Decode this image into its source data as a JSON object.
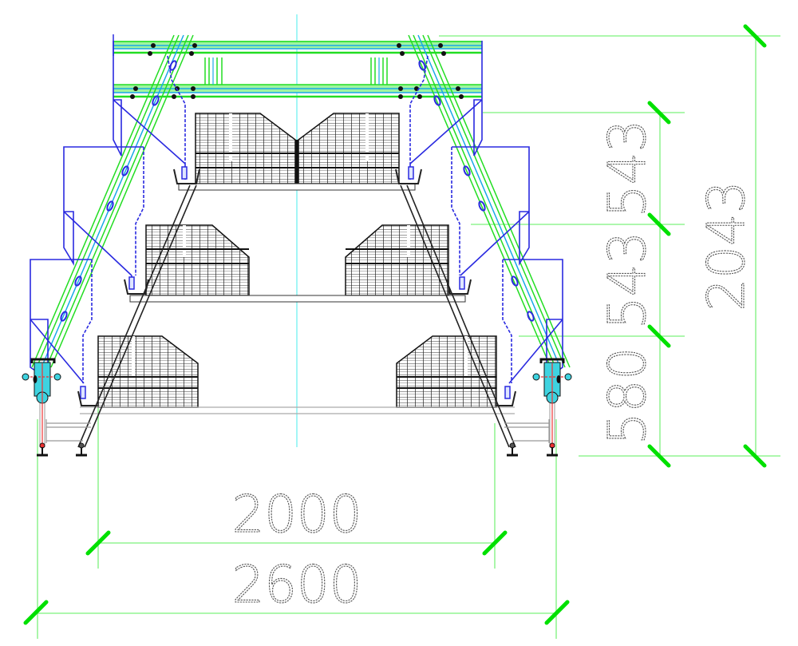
{
  "drawing": {
    "title": "A-type 3-tier cage front elevation",
    "colors": {
      "background": "#ffffff",
      "dimension_line": "#7cf27c",
      "dimension_tick": "#00e000",
      "frame_green": "#22dd22",
      "frame_cyan": "#1aa9e6",
      "centerline": "#66f0f0",
      "trough_blue": "#2a2ae0",
      "cage_black": "#111111",
      "nipple_line": "#ee3333",
      "pipe_cyan": "#3ed3e0"
    },
    "tiers": 3,
    "dimensions": {
      "horizontal": [
        {
          "id": "inner_width",
          "value": "2000"
        },
        {
          "id": "overall_width",
          "value": "2600"
        }
      ],
      "vertical": [
        {
          "id": "tier_top",
          "value": "543"
        },
        {
          "id": "tier_middle",
          "value": "543"
        },
        {
          "id": "tier_bottom",
          "value": "580"
        },
        {
          "id": "overall_height",
          "value": "2043"
        }
      ]
    }
  }
}
